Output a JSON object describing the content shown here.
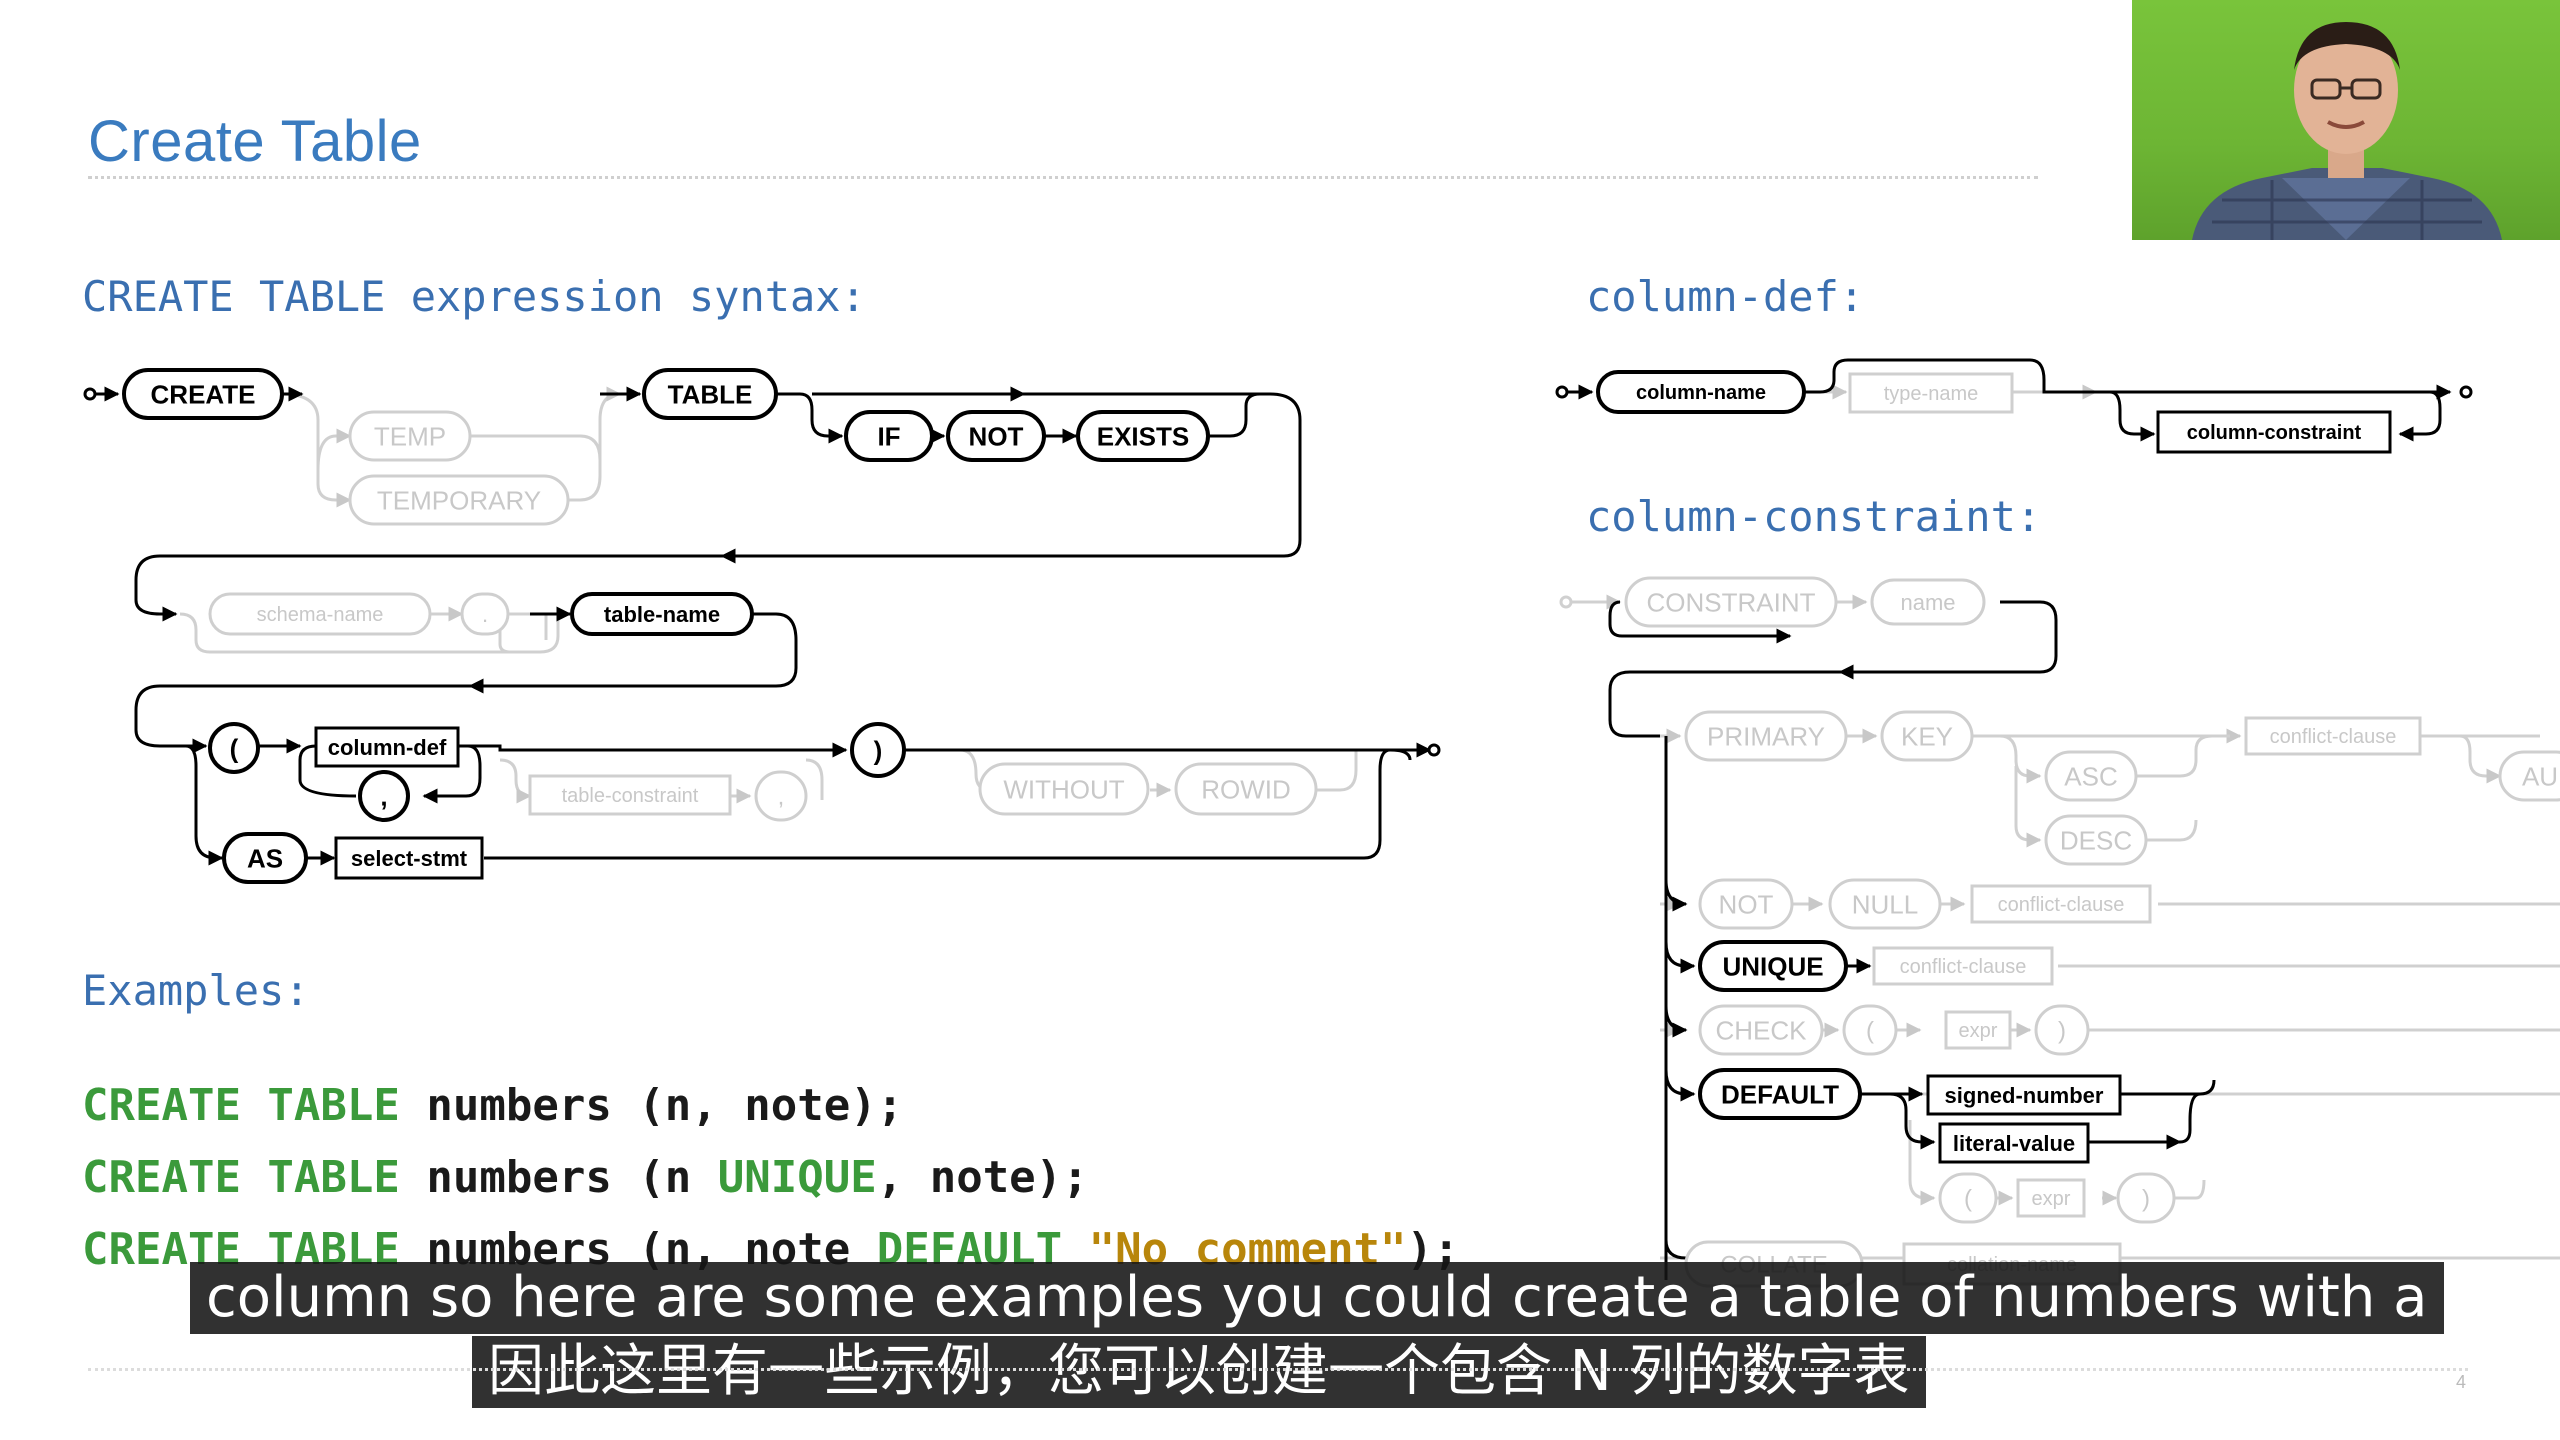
{
  "slide": {
    "title": "Create Table",
    "page_number": "4"
  },
  "headings": {
    "create_table": "CREATE TABLE expression syntax:",
    "column_def": "column-def:",
    "column_constraint": "column-constraint:",
    "examples": "Examples:"
  },
  "create_table_diagram": {
    "create": "CREATE",
    "temp": "TEMP",
    "temporary": "TEMPORARY",
    "table": "TABLE",
    "if": "IF",
    "not": "NOT",
    "exists": "EXISTS",
    "schema_name": "schema-name",
    "dot": ".",
    "table_name": "table-name",
    "open_paren": "(",
    "column_def": "column-def",
    "comma": ",",
    "table_constraint": "table-constraint",
    "comma2": ",",
    "close_paren": ")",
    "without": "WITHOUT",
    "rowid": "ROWID",
    "as": "AS",
    "select_stmt": "select-stmt"
  },
  "column_def_diagram": {
    "column_name": "column-name",
    "type_name": "type-name",
    "column_constraint": "column-constraint"
  },
  "column_constraint_diagram": {
    "constraint": "CONSTRAINT",
    "name": "name",
    "primary": "PRIMARY",
    "key": "KEY",
    "conflict_clause_1": "conflict-clause",
    "autoincrement_partial": "AU",
    "asc": "ASC",
    "desc": "DESC",
    "not": "NOT",
    "null": "NULL",
    "conflict_clause_2": "conflict-clause",
    "unique": "UNIQUE",
    "conflict_clause_3": "conflict-clause",
    "check": "CHECK",
    "check_open": "(",
    "check_expr": "expr",
    "check_close": ")",
    "default": "DEFAULT",
    "signed_number": "signed-number",
    "literal_value": "literal-value",
    "default_open": "(",
    "default_expr": "expr",
    "default_close": ")",
    "collate": "COLLATE",
    "collation_name": "collation-name"
  },
  "examples": {
    "line1": {
      "kw": "CREATE TABLE",
      "rest": " numbers (n, note);"
    },
    "line2": {
      "kw": "CREATE TABLE",
      "mid1": " numbers (n ",
      "kw2": "UNIQUE",
      "rest": ", note);"
    },
    "line3": {
      "kw": "CREATE TABLE",
      "mid1": " numbers (n, note ",
      "kw2": "DEFAULT",
      "sp": " ",
      "str": "\"No comment\"",
      "rest": ");"
    }
  },
  "subtitles": {
    "english": "column so here are some examples you could create a table of numbers with a",
    "chinese": "因此这里有一些示例，您可以创建一个包含 N 列的数字表"
  },
  "colors": {
    "accent_blue": "#3a7bbf",
    "keyword_green": "#3b9a3b",
    "string_gold": "#b8860b",
    "faded_gray": "#c8c8c8"
  }
}
